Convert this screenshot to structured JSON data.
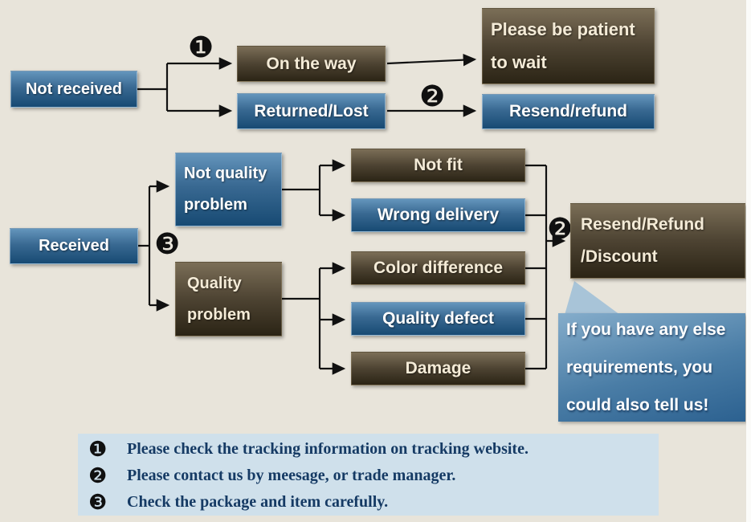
{
  "colors": {
    "background": "#e8e4da",
    "blue_box": "#2a5d88",
    "brown_box": "#4a4032",
    "bubble_blue": "#4579a2",
    "legend_bg": "#cfe0eb",
    "legend_text": "#153a64",
    "line": "#111111"
  },
  "badges": {
    "one": "❶",
    "two": "❷",
    "three": "❸"
  },
  "nodes": {
    "not_received": {
      "label": "Not received"
    },
    "on_the_way": {
      "label": "On the way"
    },
    "be_patient": {
      "line1": "Please be patient",
      "line2": "to wait"
    },
    "returned_lost": {
      "label": "Returned/Lost"
    },
    "resend_refund": {
      "label": "Resend/refund"
    },
    "received": {
      "label": "Received"
    },
    "not_quality_problem": {
      "line1": "Not quality",
      "line2": "problem"
    },
    "quality_problem": {
      "line1": "Quality",
      "line2": "problem"
    },
    "not_fit": {
      "label": "Not fit"
    },
    "wrong_delivery": {
      "label": "Wrong delivery"
    },
    "color_difference": {
      "label": "Color difference"
    },
    "quality_defect": {
      "label": "Quality defect"
    },
    "damage": {
      "label": "Damage"
    },
    "resend_refund_discount": {
      "line1": "Resend/Refund",
      "line2": "/Discount"
    },
    "bubble": {
      "line1": "If you have any else",
      "line2": "requirements, you",
      "line3": "could also tell us!"
    }
  },
  "legend": {
    "items": [
      {
        "badge": "❶",
        "text": "Please check the tracking information on tracking website."
      },
      {
        "badge": "❷",
        "text": "Please contact us by meesage, or trade manager."
      },
      {
        "badge": "❸",
        "text": "Check the package and item carefully."
      }
    ]
  }
}
